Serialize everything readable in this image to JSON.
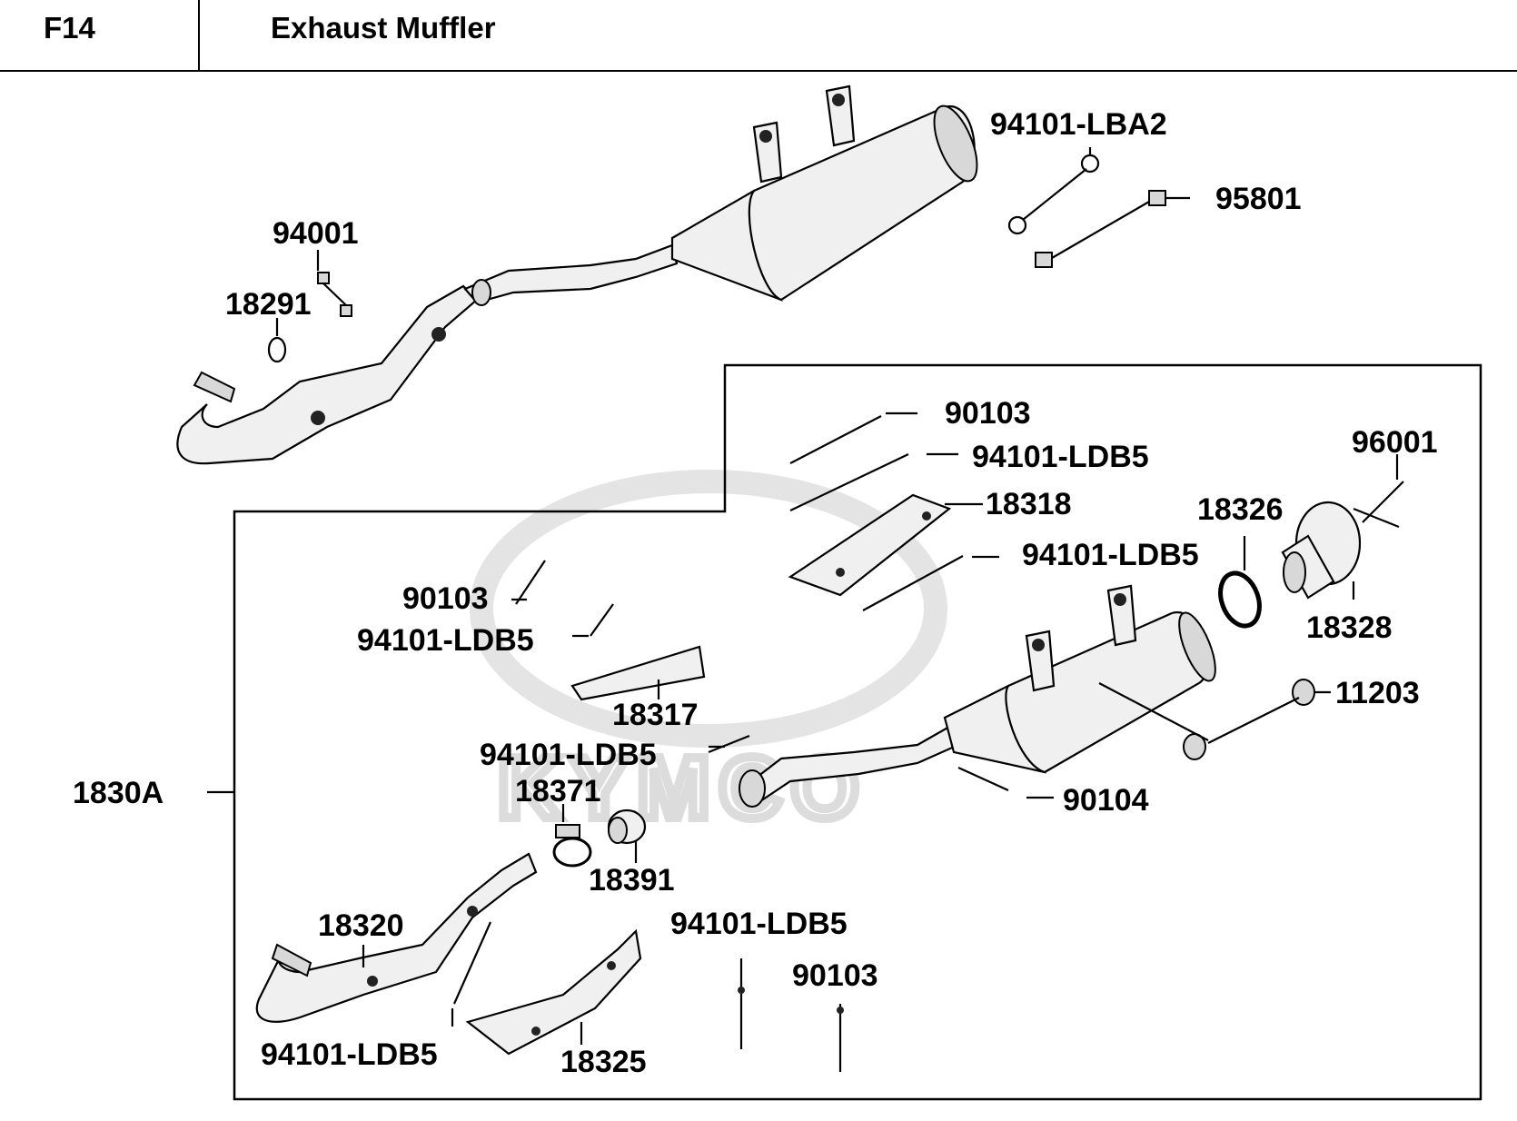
{
  "header": {
    "section_code": "F14",
    "section_title": "Exhaust Muffler"
  },
  "watermark": {
    "text": "KYMCO"
  },
  "labels": {
    "p94101_lba2": "94101-LBA2",
    "p95801": "95801",
    "p94001": "94001",
    "p18291": "18291",
    "p90103_a": "90103",
    "p94101_ldb5_a": "94101-LDB5",
    "p96001": "96001",
    "p18318": "18318",
    "p18326": "18326",
    "p94101_ldb5_b": "94101-LDB5",
    "p90103_b": "90103",
    "p94101_ldb5_c": "94101-LDB5",
    "p18328": "18328",
    "p18317": "18317",
    "p11203": "11203",
    "p94101_ldb5_d": "94101-LDB5",
    "p1830a": "1830A",
    "p18371": "18371",
    "p90104": "90104",
    "p18391": "18391",
    "p18320": "18320",
    "p94101_ldb5_e": "94101-LDB5",
    "p90103_c": "90103",
    "p94101_ldb5_f": "94101-LDB5",
    "p18325": "18325"
  },
  "colors": {
    "line": "#000000",
    "watermark": "#dcdcdc",
    "part_fill": "#f0f0f0"
  }
}
